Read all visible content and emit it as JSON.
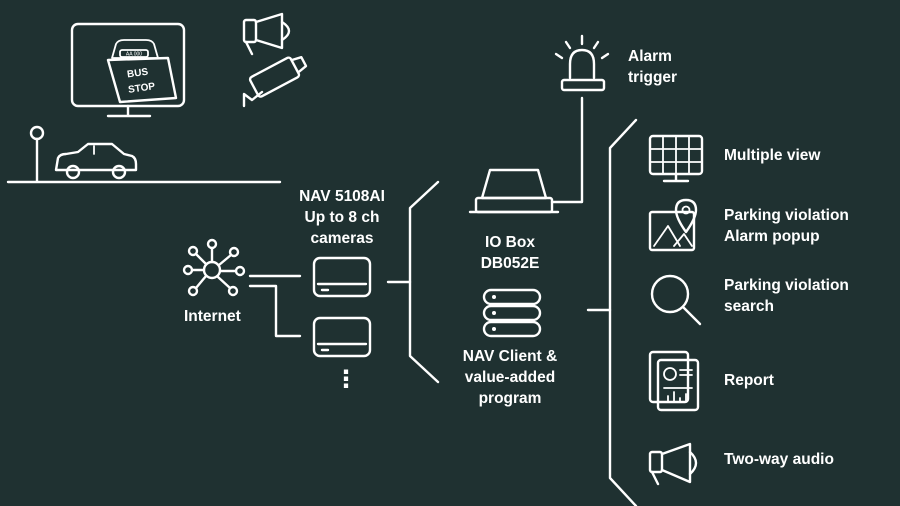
{
  "colors": {
    "background": "#1f3131",
    "foreground": "#ffffff"
  },
  "scene": {
    "sign_text": "BUS STOP",
    "plate_text": "AA 000"
  },
  "nvr": {
    "title": "NAV 5108AI",
    "line2": "Up to 8 ch",
    "line3": "cameras",
    "more": "⋮"
  },
  "internet": {
    "label": "Internet"
  },
  "io_box": {
    "line1": "IO Box",
    "line2": "DB052E"
  },
  "client": {
    "line1": "NAV Client &",
    "line2": "value-added",
    "line3": "program"
  },
  "alarm": {
    "line1": "Alarm",
    "line2": "trigger"
  },
  "features": [
    {
      "icon": "grid-monitor-icon",
      "lines": [
        "Multiple view"
      ]
    },
    {
      "icon": "map-pin-icon",
      "lines": [
        "Parking violation",
        "Alarm popup"
      ]
    },
    {
      "icon": "magnifier-icon",
      "lines": [
        "Parking violation",
        "search"
      ]
    },
    {
      "icon": "report-icon",
      "lines": [
        "Report"
      ]
    },
    {
      "icon": "megaphone-icon",
      "lines": [
        "Two-way audio"
      ]
    }
  ]
}
